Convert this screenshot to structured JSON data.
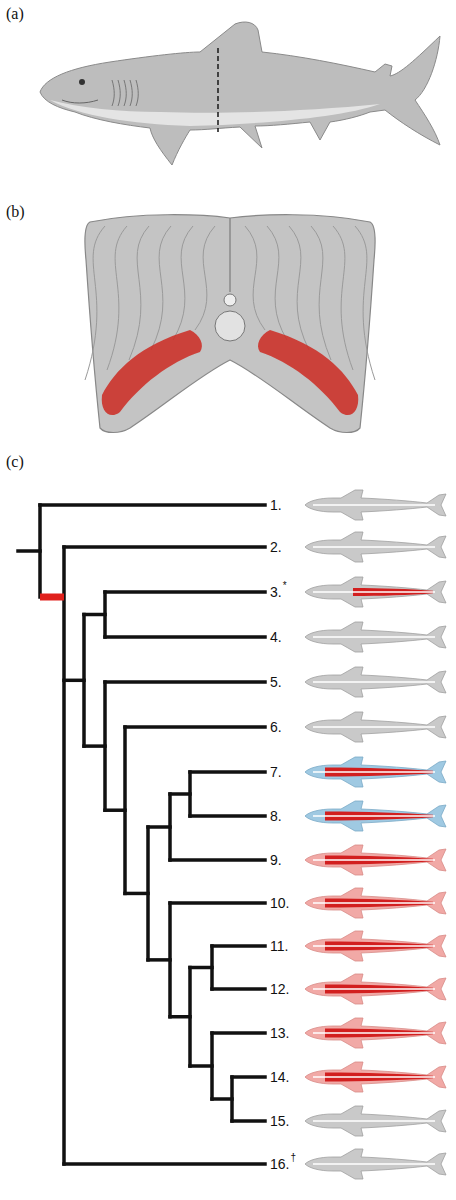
{
  "diagram": {
    "labels": [
      "(a)",
      "(b)",
      "(c)",
      "1.",
      "2.",
      "3.",
      "*",
      "4.",
      "5.",
      "6.",
      "7.",
      "8.",
      "9.",
      "10.",
      "11.",
      "12.",
      "13.",
      "14.",
      "15.",
      "16.",
      "†"
    ]
  }
}
